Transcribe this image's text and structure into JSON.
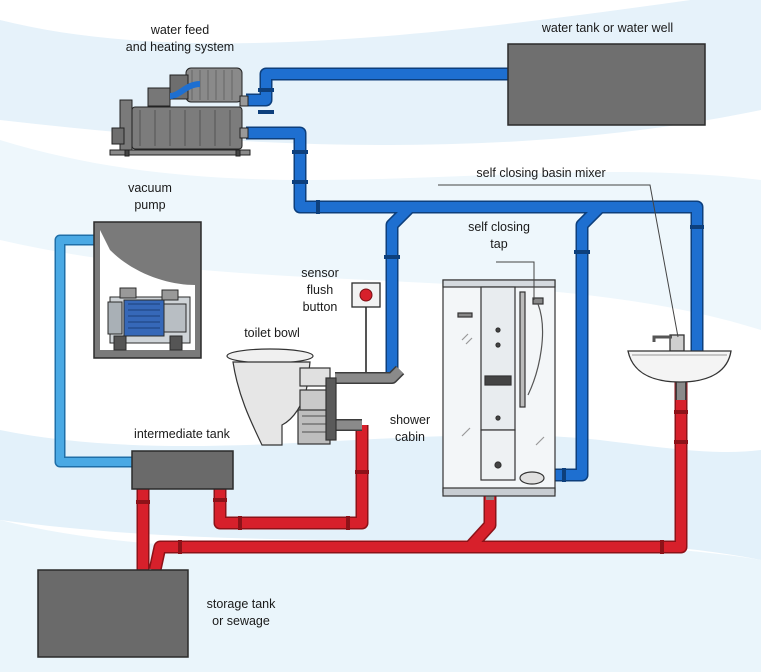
{
  "labels": {
    "water_feed_line1": "water feed",
    "water_feed_line2": "and heating system",
    "water_tank": "water tank or water well",
    "basin_mixer": "self closing basin mixer",
    "tap_line1": "self closing",
    "tap_line2": "tap",
    "vacuum_line1": "vacuum",
    "vacuum_line2": "pump",
    "sensor_line1": "sensor",
    "sensor_line2": "flush",
    "sensor_line3": "button",
    "toilet": "toilet bowl",
    "intermediate": "intermediate tank",
    "shower_line1": "shower",
    "shower_line2": "cabin",
    "storage_line1": "storage tank",
    "storage_line2": "or sewage"
  },
  "colors": {
    "fresh_water_pipe": "#1565c0",
    "vacuum_pipe": "#3a9ad9",
    "waste_pipe": "#d0202a",
    "tank_fill": "#6f6f6f",
    "background_wave": "#e3f1fa"
  }
}
